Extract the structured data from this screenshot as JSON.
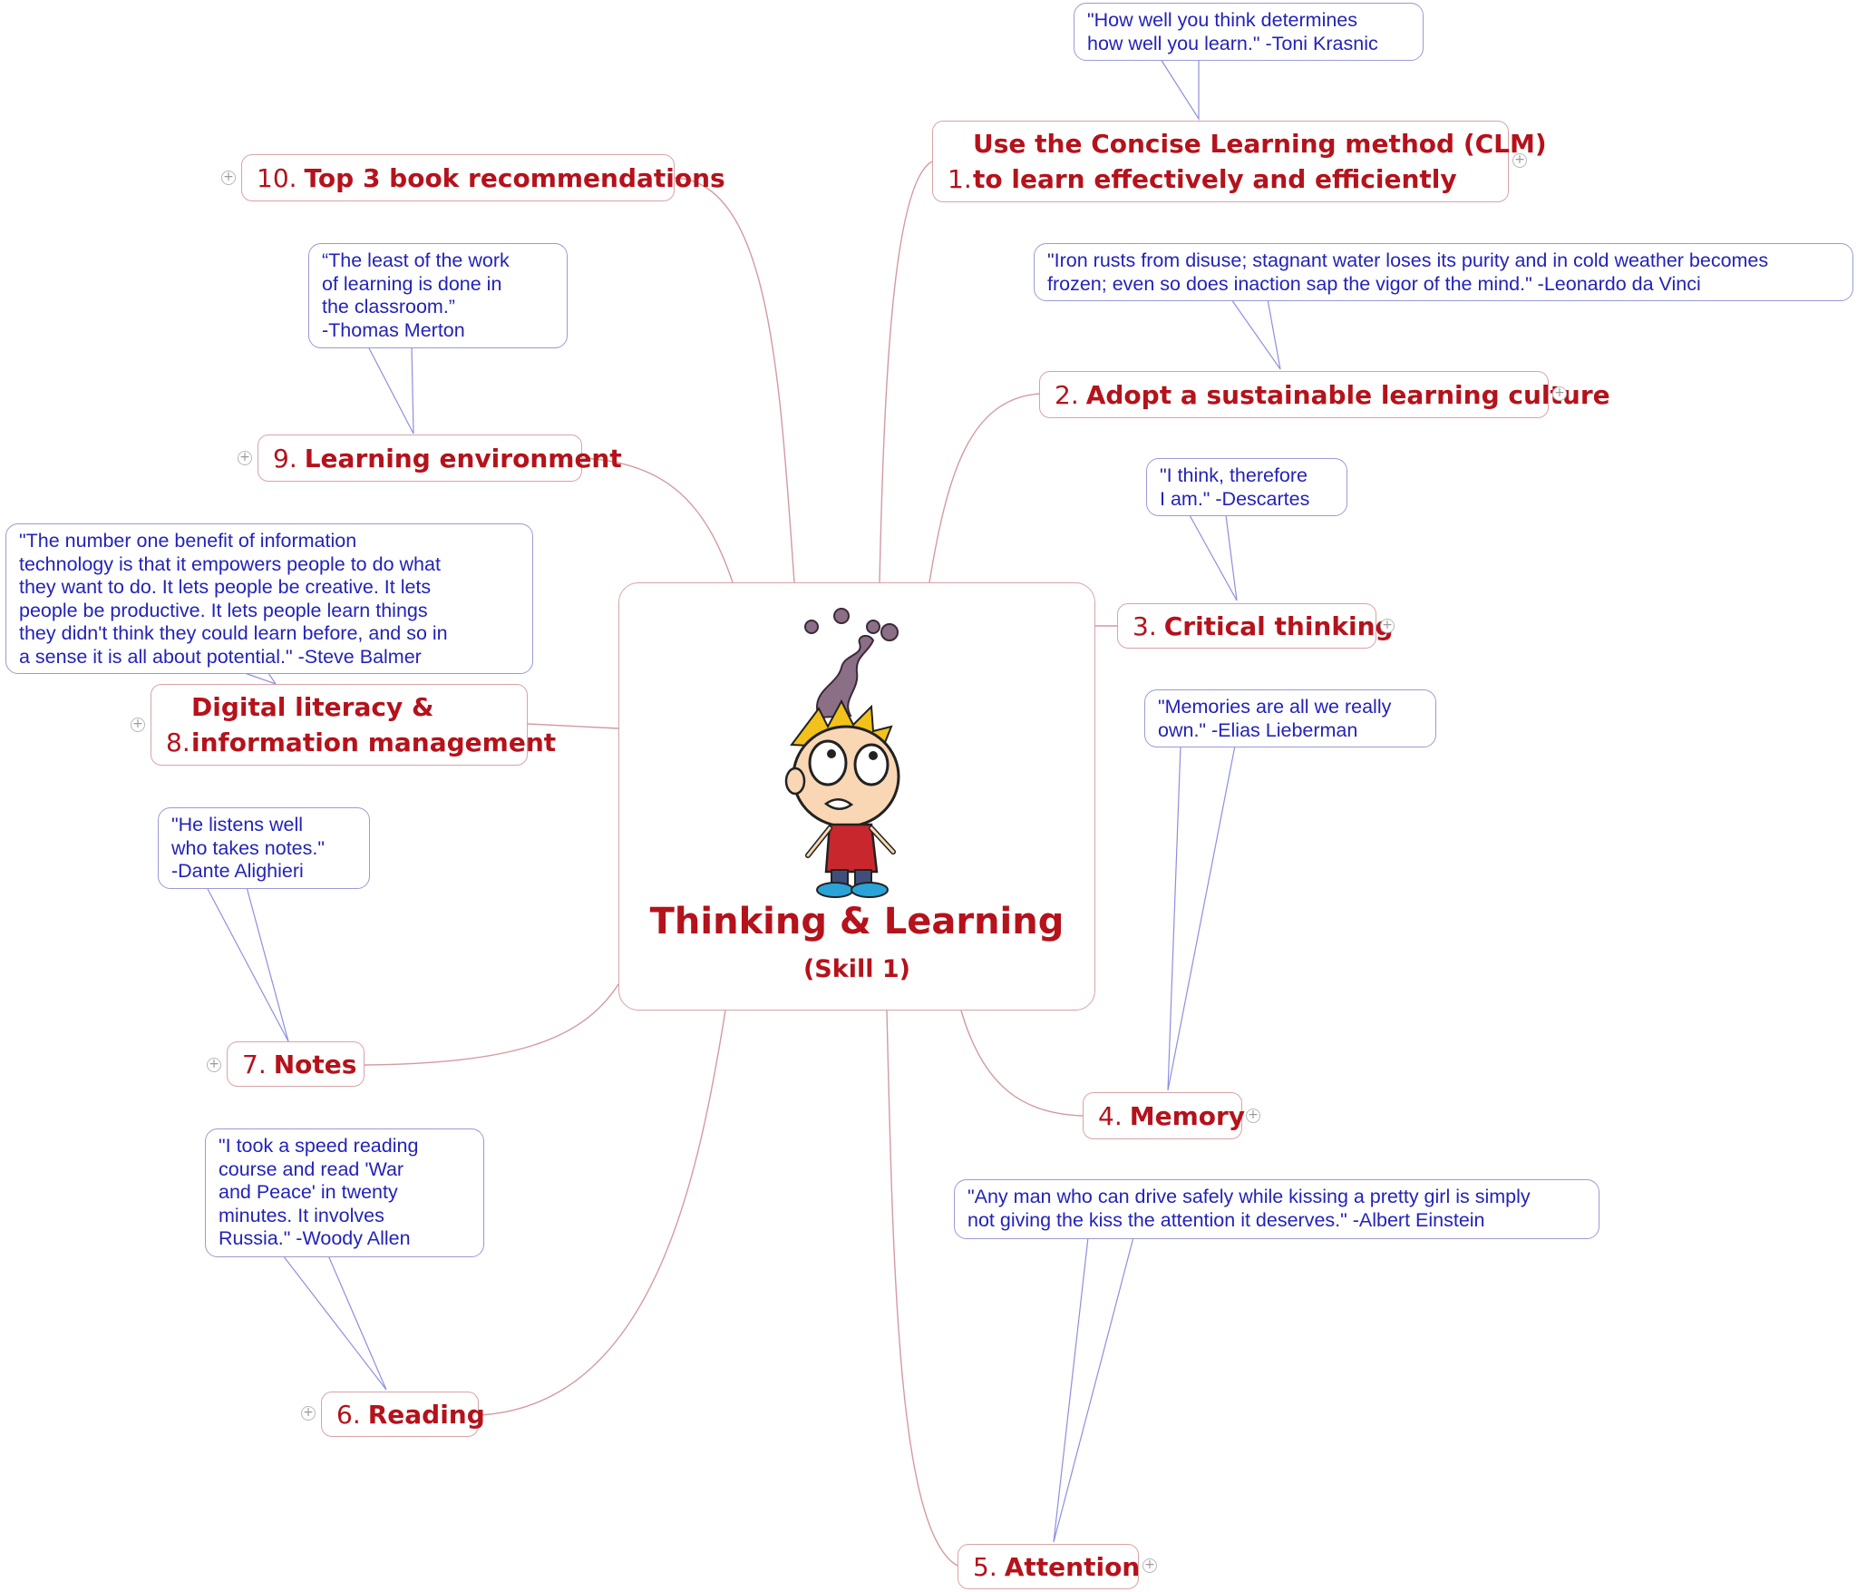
{
  "colors": {
    "topic_text": "#b5121b",
    "topic_border": "#d9a3a6",
    "quote_text": "#2323b8",
    "quote_border": "#9a9ad6",
    "link_red": "#d39aa0",
    "link_blue": "#8e8ee0"
  },
  "central": {
    "title": "Thinking & Learning",
    "subtitle": "(Skill 1)",
    "illustration": "confused-cartoon-boy-with-smoke"
  },
  "expander_symbol": "+",
  "topics": [
    {
      "id": "t1",
      "num": "1.",
      "lines": [
        "Use the Concise Learning method (CLM)",
        "to learn effectively and efficiently"
      ]
    },
    {
      "id": "t2",
      "num": "2.",
      "lines": [
        "Adopt a sustainable learning culture"
      ]
    },
    {
      "id": "t3",
      "num": "3.",
      "lines": [
        "Critical thinking"
      ]
    },
    {
      "id": "t4",
      "num": "4.",
      "lines": [
        "Memory"
      ]
    },
    {
      "id": "t5",
      "num": "5.",
      "lines": [
        "Attention"
      ]
    },
    {
      "id": "t6",
      "num": "6.",
      "lines": [
        "Reading"
      ]
    },
    {
      "id": "t7",
      "num": "7.",
      "lines": [
        "Notes"
      ]
    },
    {
      "id": "t8",
      "num": "8.",
      "lines": [
        "Digital literacy &",
        "information management"
      ]
    },
    {
      "id": "t9",
      "num": "9.",
      "lines": [
        "Learning environment"
      ]
    },
    {
      "id": "t10",
      "num": "10.",
      "lines": [
        "Top 3 book recommendations"
      ]
    }
  ],
  "quotes": [
    {
      "id": "q1",
      "lines": [
        "\"How well you think determines",
        "how well you learn.\" -Toni Krasnic"
      ]
    },
    {
      "id": "q2",
      "lines": [
        "\"Iron rusts from disuse; stagnant water loses its purity and in cold weather becomes",
        "frozen; even so does inaction sap the vigor of the mind.\" -Leonardo da Vinci"
      ]
    },
    {
      "id": "q3",
      "lines": [
        "\"I think, therefore",
        "I am.\" -Descartes"
      ]
    },
    {
      "id": "q4",
      "lines": [
        "\"Memories are all we really",
        "own.\" -Elias Lieberman"
      ]
    },
    {
      "id": "q5",
      "lines": [
        "\"Any man who can drive safely while kissing a pretty girl is simply",
        "not giving the kiss the attention it deserves.\" -Albert Einstein"
      ]
    },
    {
      "id": "q6",
      "lines": [
        "\"I took a speed reading",
        "course and read 'War",
        "and Peace' in twenty",
        "minutes. It involves",
        "Russia.\" -Woody Allen"
      ]
    },
    {
      "id": "q7",
      "lines": [
        "\"He listens well",
        "who takes notes.\"",
        "-Dante Alighieri"
      ]
    },
    {
      "id": "q8",
      "lines": [
        "\"The number one benefit of information",
        "technology is that it empowers people to do what",
        "they want to do. It lets people be creative. It lets",
        "people be productive. It lets people learn things",
        "they didn't think they could learn before, and so in",
        "a sense it is all about potential.\" -Steve Balmer"
      ]
    },
    {
      "id": "q9",
      "lines": [
        "“The least of the work",
        "of learning is done in",
        "the classroom.”",
        "-Thomas Merton"
      ]
    }
  ]
}
